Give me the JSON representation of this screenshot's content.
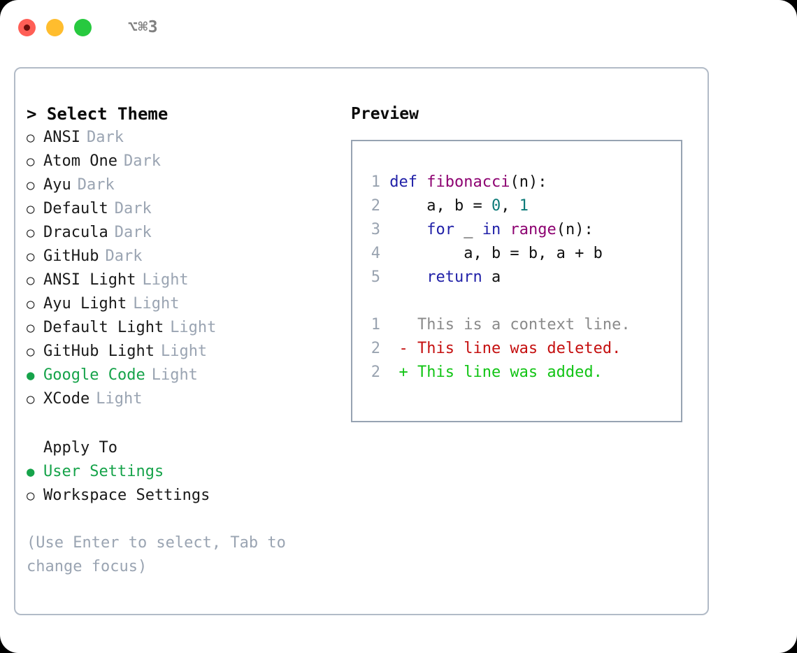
{
  "titlebar": {
    "shortcut": "⌥⌘3",
    "buttons": [
      {
        "name": "close",
        "color": "#ff5f56"
      },
      {
        "name": "minimize",
        "color": "#ffbd2e"
      },
      {
        "name": "zoom",
        "color": "#27c93f"
      }
    ]
  },
  "theme_picker": {
    "header": "> Select Theme",
    "marker_selected": "●",
    "marker_unselected": "○",
    "items": [
      {
        "label": "ANSI",
        "tag": "Dark",
        "selected": false
      },
      {
        "label": "Atom One",
        "tag": "Dark",
        "selected": false
      },
      {
        "label": "Ayu",
        "tag": "Dark",
        "selected": false
      },
      {
        "label": "Default",
        "tag": "Dark",
        "selected": false
      },
      {
        "label": "Dracula",
        "tag": "Dark",
        "selected": false
      },
      {
        "label": "GitHub",
        "tag": "Dark",
        "selected": false
      },
      {
        "label": "ANSI Light",
        "tag": "Light",
        "selected": false
      },
      {
        "label": "Ayu Light",
        "tag": "Light",
        "selected": false
      },
      {
        "label": "Default Light",
        "tag": "Light",
        "selected": false
      },
      {
        "label": "GitHub Light",
        "tag": "Light",
        "selected": false
      },
      {
        "label": "Google Code",
        "tag": "Light",
        "selected": true
      },
      {
        "label": "XCode",
        "tag": "Light",
        "selected": false
      }
    ]
  },
  "apply_to": {
    "header": "Apply To",
    "items": [
      {
        "label": "User Settings",
        "selected": true
      },
      {
        "label": "Workspace Settings",
        "selected": false
      }
    ]
  },
  "hint": "(Use Enter to select, Tab to change focus)",
  "preview": {
    "title": "Preview",
    "code_lines": [
      {
        "num": "1",
        "tokens": [
          {
            "t": "def",
            "c": "kw"
          },
          {
            "t": " ",
            "c": "pln"
          },
          {
            "t": "fibonacci",
            "c": "fn"
          },
          {
            "t": "(n):",
            "c": "pln"
          }
        ]
      },
      {
        "num": "2",
        "tokens": [
          {
            "t": "    a, b = ",
            "c": "pln"
          },
          {
            "t": "0",
            "c": "num"
          },
          {
            "t": ", ",
            "c": "pln"
          },
          {
            "t": "1",
            "c": "num"
          }
        ]
      },
      {
        "num": "3",
        "tokens": [
          {
            "t": "    ",
            "c": "pln"
          },
          {
            "t": "for",
            "c": "kw"
          },
          {
            "t": " _ ",
            "c": "pln"
          },
          {
            "t": "in",
            "c": "kw"
          },
          {
            "t": " ",
            "c": "pln"
          },
          {
            "t": "range",
            "c": "fn"
          },
          {
            "t": "(n):",
            "c": "pln"
          }
        ]
      },
      {
        "num": "4",
        "tokens": [
          {
            "t": "        a, b = b, a + b",
            "c": "pln"
          }
        ]
      },
      {
        "num": "5",
        "tokens": [
          {
            "t": "    ",
            "c": "pln"
          },
          {
            "t": "return",
            "c": "kw"
          },
          {
            "t": " a",
            "c": "pln"
          }
        ]
      }
    ],
    "diff_lines": [
      {
        "num": "1",
        "marker": " ",
        "text": "  This is a context line.",
        "kind": "ctx"
      },
      {
        "num": "2",
        "marker": " ",
        "text": "- This line was deleted.",
        "kind": "del"
      },
      {
        "num": "2",
        "marker": " ",
        "text": "+ This line was added.",
        "kind": "add"
      }
    ]
  },
  "colors": {
    "keyword": "#2121a8",
    "function": "#8d0271",
    "number": "#0c7a78",
    "plain": "#111111",
    "context": "#8a8a8a",
    "deleted": "#c51010",
    "added": "#12c415",
    "selected_green": "#16a34a",
    "muted": "#9aa4b2",
    "border": "#b2bbc7"
  }
}
